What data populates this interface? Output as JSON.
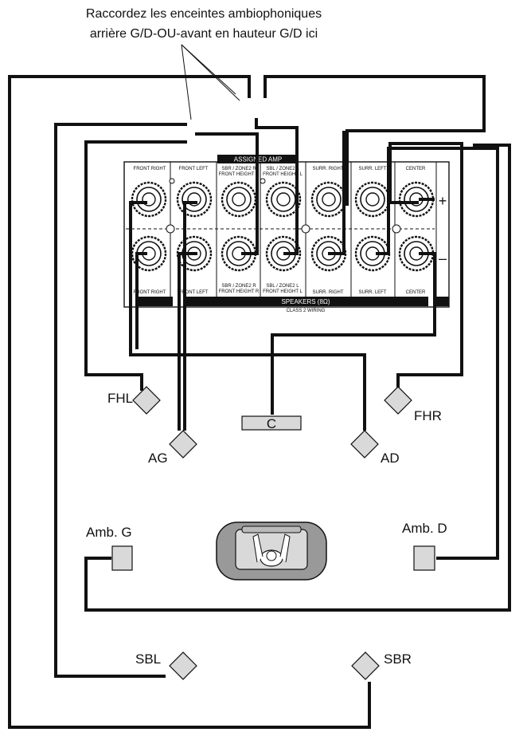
{
  "callout": {
    "line1": "Raccordez les enceintes ambiophoniques",
    "line2": "arrière G/D-OU-avant en hauteur G/D ici"
  },
  "panel": {
    "assigned_amp": "ASSIGNED AMP",
    "speakers_bar": "SPEAKERS (8Ω)",
    "class_wiring": "CLASS 2 WIRING",
    "plus": "+",
    "minus": "–",
    "channels": [
      {
        "top1": "FRONT RIGHT",
        "top2": "",
        "bottom1": "FRONT RIGHT",
        "bottom2": ""
      },
      {
        "top1": "FRONT LEFT",
        "top2": "",
        "bottom1": "FRONT LEFT",
        "bottom2": ""
      },
      {
        "top1": "SBR / ZONE2 R",
        "top2": "FRONT HEIGHT R",
        "bottom1": "SBR / ZONE2 R",
        "bottom2": "FRONT HEIGHT R"
      },
      {
        "top1": "SBL / ZONE2 L",
        "top2": "FRONT HEIGHT L",
        "bottom1": "SBL / ZONE2 L",
        "bottom2": "FRONT HEIGHT L"
      },
      {
        "top1": "SURR. RIGHT",
        "top2": "",
        "bottom1": "SURR. RIGHT",
        "bottom2": ""
      },
      {
        "top1": "SURR. LEFT",
        "top2": "",
        "bottom1": "SURR. LEFT",
        "bottom2": ""
      },
      {
        "top1": "CENTER",
        "top2": "",
        "bottom1": "CENTER",
        "bottom2": ""
      }
    ]
  },
  "speakers": {
    "fhl": "FHL",
    "fhr": "FHR",
    "center": "C",
    "front_left": "AG",
    "front_right": "AD",
    "surr_left": "Amb. G",
    "surr_right": "Amb. D",
    "back_left": "SBL",
    "back_right": "SBR"
  }
}
